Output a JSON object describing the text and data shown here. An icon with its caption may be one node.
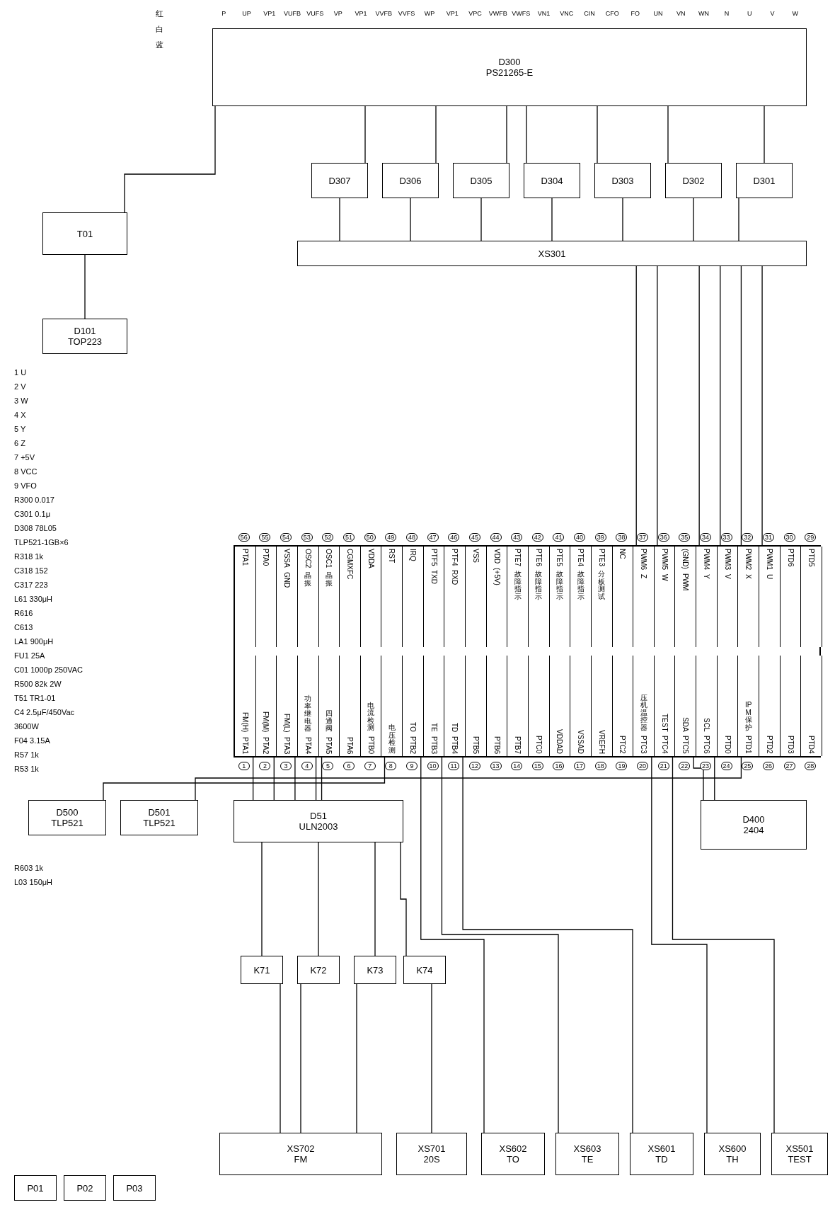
{
  "diagram": {
    "nodes": [
      {
        "text": [
          "D300",
          "PS21265-E"
        ]
      },
      {
        "text": [],
        "shape": "box"
      },
      {
        "text": [
          "PTA1"
        ],
        "beside": [
          "56"
        ],
        "in": 1
      },
      {
        "text": [
          "PTA0"
        ],
        "beside": [
          "55"
        ],
        "in": 1
      },
      {
        "text": [
          "VSSA",
          "GND"
        ],
        "beside": [
          "54"
        ],
        "in": 1
      },
      {
        "text": [
          "OSC2",
          "晶振"
        ],
        "beside": [
          "53"
        ],
        "in": 1
      },
      {
        "text": [
          "OSC1",
          "晶振"
        ],
        "beside": [
          "52"
        ],
        "in": 1
      },
      {
        "text": [
          "CGMXFC"
        ],
        "beside": [
          "51"
        ],
        "in": 1
      },
      {
        "text": [
          "VDDA"
        ],
        "beside": [
          "50"
        ],
        "in": 1
      },
      {
        "text": [
          "RST"
        ],
        "beside": [
          "49"
        ],
        "in": 1
      },
      {
        "text": [
          "IRQ"
        ],
        "beside": [
          "48"
        ],
        "in": 1
      },
      {
        "text": [
          "PTF5",
          "TXD"
        ],
        "beside": [
          "47"
        ],
        "in": 1
      },
      {
        "text": [
          "PTF4",
          "RXD"
        ],
        "beside": [
          "46"
        ],
        "in": 1
      },
      {
        "text": [
          "VSS"
        ],
        "beside": [
          "45"
        ],
        "in": 1
      },
      {
        "text": [
          "VDD",
          "(+5V)"
        ],
        "beside": [
          "44"
        ],
        "in": 1
      },
      {
        "text": [
          "PTE7",
          "故障指示"
        ],
        "beside": [
          "43"
        ],
        "in": 1
      },
      {
        "text": [
          "PTE6",
          "故障指示"
        ],
        "beside": [
          "42"
        ],
        "in": 1
      },
      {
        "text": [
          "PTE5",
          "故障指示"
        ],
        "beside": [
          "41"
        ],
        "in": 1
      },
      {
        "text": [
          "PTE4",
          "故障指示"
        ],
        "beside": [
          "40"
        ],
        "in": 1
      },
      {
        "text": [
          "PTE3",
          "分板测试"
        ],
        "beside": [
          "39"
        ],
        "in": 1
      },
      {
        "text": [
          "NC"
        ],
        "beside": [
          "38"
        ],
        "in": 1
      },
      {
        "text": [
          "PWM6",
          "Z"
        ],
        "beside": [
          "37"
        ],
        "in": 1
      },
      {
        "text": [
          "PWM5",
          "W"
        ],
        "beside": [
          "36"
        ],
        "in": 1
      },
      {
        "text": [
          "(GND)",
          "PWM"
        ],
        "beside": [
          "35"
        ],
        "in": 1
      },
      {
        "text": [
          "PWM4",
          "Y"
        ],
        "beside": [
          "34"
        ],
        "in": 1
      },
      {
        "text": [
          "PWM3",
          "V"
        ],
        "beside": [
          "33"
        ],
        "in": 1
      },
      {
        "text": [
          "PWM2",
          "X"
        ],
        "beside": [
          "32"
        ],
        "in": 1
      },
      {
        "text": [
          "PWM1",
          "U"
        ],
        "beside": [
          "31"
        ],
        "in": 1
      },
      {
        "text": [
          "PTD6"
        ],
        "beside": [
          "30"
        ],
        "in": 1
      },
      {
        "text": [
          "PTD5"
        ],
        "beside": [
          "29"
        ],
        "in": 1
      },
      {
        "text": [
          "PTA1",
          "FM(H)"
        ],
        "beside": [
          "1"
        ],
        "in": 1
      },
      {
        "text": [
          "PTA2",
          "FM(M)"
        ],
        "beside": [
          "2"
        ],
        "in": 1
      },
      {
        "text": [
          "PTA3",
          "FM(L)"
        ],
        "beside": [
          "3"
        ],
        "in": 1
      },
      {
        "text": [
          "PTA4",
          "功率继电器"
        ],
        "beside": [
          "4"
        ],
        "in": 1
      },
      {
        "text": [
          "PTA5",
          "四通阀"
        ],
        "beside": [
          "5"
        ],
        "in": 1
      },
      {
        "text": [
          "PTA6"
        ],
        "beside": [
          "6"
        ],
        "in": 1
      },
      {
        "text": [
          "PTB0",
          "电流检测"
        ],
        "beside": [
          "7"
        ],
        "in": 1
      },
      {
        "text": [
          "电压检测"
        ],
        "beside": [
          "8"
        ],
        "in": 1
      },
      {
        "text": [
          "PTB2",
          "TO"
        ],
        "beside": [
          "9"
        ],
        "in": 1
      },
      {
        "text": [
          "PTB3",
          "TE"
        ],
        "beside": [
          "10"
        ],
        "in": 1
      },
      {
        "text": [
          "PTB4",
          "TD"
        ],
        "beside": [
          "11"
        ],
        "in": 1
      },
      {
        "text": [
          "PTB5"
        ],
        "beside": [
          "12"
        ],
        "in": 1
      },
      {
        "text": [
          "PTB6"
        ],
        "beside": [
          "13"
        ],
        "in": 1
      },
      {
        "text": [
          "PTB7"
        ],
        "beside": [
          "14"
        ],
        "in": 1
      },
      {
        "text": [
          "PTC0"
        ],
        "beside": [
          "15"
        ],
        "in": 1
      },
      {
        "text": [
          "VDDAD"
        ],
        "beside": [
          "16"
        ],
        "in": 1
      },
      {
        "text": [
          "VSSAD"
        ],
        "beside": [
          "17"
        ],
        "in": 1
      },
      {
        "text": [
          "VREFH"
        ],
        "beside": [
          "18"
        ],
        "in": 1
      },
      {
        "text": [
          "PTC2"
        ],
        "beside": [
          "19"
        ],
        "in": 1
      },
      {
        "text": [
          "PTC3",
          "压机温控器"
        ],
        "beside": [
          "20"
        ],
        "in": 1
      },
      {
        "text": [
          "PTC4",
          "TEST"
        ],
        "beside": [
          "21"
        ],
        "in": 1
      },
      {
        "text": [
          "PTC5",
          "SDA"
        ],
        "beside": [
          "22"
        ],
        "in": 1
      },
      {
        "text": [
          "PTC6",
          "SCL"
        ],
        "beside": [
          "23"
        ],
        "in": 1
      },
      {
        "text": [
          "PTD0"
        ],
        "beside": [
          "24"
        ],
        "in": 1
      },
      {
        "text": [
          "PTD1",
          "IPM 保护"
        ],
        "beside": [
          "25"
        ],
        "in": 1
      },
      {
        "text": [
          "PTD2"
        ],
        "beside": [
          "26"
        ],
        "in": 1
      },
      {
        "text": [
          "PTD3"
        ],
        "beside": [
          "27"
        ],
        "in": 1
      },
      {
        "text": [
          "PTD4"
        ],
        "beside": [
          "28"
        ],
        "in": 1
      },
      {
        "text": [
          "D301"
        ]
      },
      {
        "text": [
          "D302"
        ]
      },
      {
        "text": [
          "D303"
        ]
      },
      {
        "text": [
          "D304"
        ]
      },
      {
        "text": [
          "D305"
        ]
      },
      {
        "text": [
          "D306"
        ]
      },
      {
        "text": [
          "D307"
        ]
      },
      {
        "text": [
          "XS301"
        ]
      },
      {
        "text": [
          "D500",
          "TLP521"
        ]
      },
      {
        "text": [
          "D501",
          "TLP521"
        ]
      },
      {
        "text": [
          "D51",
          "ULN2003"
        ]
      },
      {
        "text": [
          "D400",
          "2404"
        ]
      },
      {
        "text": [
          "T01"
        ]
      },
      {
        "text": [
          "D101",
          "TOP223"
        ]
      },
      {
        "text": [
          "K71"
        ]
      },
      {
        "text": [
          "K72"
        ]
      },
      {
        "text": [
          "K73"
        ]
      },
      {
        "text": [
          "K74"
        ]
      },
      {
        "text": [
          "XS702",
          "FM"
        ]
      },
      {
        "text": [
          "XS701",
          "20S"
        ]
      },
      {
        "text": [
          "XS602",
          "TO"
        ]
      },
      {
        "text": [
          "XS603",
          "TE"
        ]
      },
      {
        "text": [
          "XS601",
          "TD"
        ]
      },
      {
        "text": [
          "XS600",
          "TH"
        ]
      },
      {
        "text": [
          "XS501",
          "TEST"
        ]
      },
      {
        "text": [
          "P01"
        ]
      },
      {
        "text": [
          "P02"
        ]
      },
      {
        "text": [
          "P03"
        ]
      }
    ],
    "edges": [
      {
        "from": 27,
        "to": 65,
        "arrow": "none"
      },
      {
        "from": 25,
        "to": 65,
        "arrow": "none"
      },
      {
        "from": 22,
        "to": 65,
        "arrow": "none"
      },
      {
        "from": 26,
        "to": 65,
        "arrow": "none"
      },
      {
        "from": 24,
        "to": 65,
        "arrow": "none"
      },
      {
        "from": 21,
        "to": 65,
        "arrow": "none"
      },
      {
        "from": 65,
        "to": 59,
        "arrow": "none"
      },
      {
        "from": 65,
        "to": 60,
        "arrow": "none"
      },
      {
        "from": 65,
        "to": 61,
        "arrow": "none"
      },
      {
        "from": 65,
        "to": 62,
        "arrow": "none"
      },
      {
        "from": 65,
        "to": 63,
        "arrow": "none"
      },
      {
        "from": 65,
        "to": 64,
        "arrow": "none"
      },
      {
        "from": 59,
        "to": 0,
        "arrow": "none"
      },
      {
        "from": 60,
        "to": 0,
        "arrow": "none"
      },
      {
        "from": 61,
        "to": 0,
        "arrow": "none"
      },
      {
        "from": 62,
        "to": 0,
        "arrow": "none"
      },
      {
        "from": 63,
        "to": 0,
        "arrow": "none"
      },
      {
        "from": 64,
        "to": 0,
        "arrow": "none"
      },
      {
        "from": 58,
        "to": 65,
        "arrow": "none"
      },
      {
        "from": 0,
        "to": 58,
        "arrow": "none"
      },
      {
        "from": 30,
        "to": 68,
        "arrow": "none"
      },
      {
        "from": 31,
        "to": 68,
        "arrow": "none"
      },
      {
        "from": 32,
        "to": 68,
        "arrow": "none"
      },
      {
        "from": 33,
        "to": 68,
        "arrow": "none"
      },
      {
        "from": 34,
        "to": 68,
        "arrow": "none"
      },
      {
        "from": 68,
        "to": 72,
        "arrow": "none"
      },
      {
        "from": 68,
        "to": 73,
        "arrow": "none"
      },
      {
        "from": 68,
        "to": 74,
        "arrow": "none"
      },
      {
        "from": 68,
        "to": 75,
        "arrow": "none"
      },
      {
        "from": 72,
        "to": 76,
        "arrow": "none"
      },
      {
        "from": 73,
        "to": 76,
        "arrow": "none"
      },
      {
        "from": 74,
        "to": 76,
        "arrow": "none"
      },
      {
        "from": 75,
        "to": 77,
        "arrow": "none"
      },
      {
        "from": 38,
        "to": 78,
        "arrow": "none"
      },
      {
        "from": 39,
        "to": 79,
        "arrow": "none"
      },
      {
        "from": 40,
        "to": 80,
        "arrow": "none"
      },
      {
        "from": 49,
        "to": 81,
        "arrow": "none"
      },
      {
        "from": 50,
        "to": 82,
        "arrow": "none"
      },
      {
        "from": 51,
        "to": 69,
        "arrow": "none"
      },
      {
        "from": 52,
        "to": 69,
        "arrow": "none"
      },
      {
        "from": 67,
        "to": 54,
        "arrow": "none"
      },
      {
        "from": 66,
        "to": 37,
        "arrow": "none"
      },
      {
        "from": 71,
        "to": 70,
        "arrow": "none"
      },
      {
        "from": 70,
        "to": 0,
        "arrow": "none"
      }
    ],
    "labels": [
      "P",
      "UP",
      "VP1",
      "VUFB",
      "VUFS",
      "VP",
      "VP1",
      "VVFB",
      "VVFS",
      "WP",
      "VP1",
      "VPC",
      "VWFB",
      "VWFS",
      "VN1",
      "VNC",
      "CIN",
      "CFO",
      "FO",
      "UN",
      "VN",
      "WN",
      "N",
      "U",
      "V",
      "W",
      "红",
      "白",
      "蓝",
      "1 U",
      "2 V",
      "3 W",
      "4 X",
      "5 Y",
      "6 Z",
      "7 +5V",
      "8 VCC",
      "9 VFO",
      "R300 0.017",
      "C301 0.1μ",
      "D308 78L05",
      "TLP521-1GB×6",
      "R318 1k",
      "C318 152",
      "C317 223",
      "L61 330μH",
      "R616",
      "C613",
      "LA1 900μH",
      "FU1 25A",
      "C01 1000p 250VAC",
      "R500 82k 2W",
      "T51 TR1-01",
      "C4 2.5μF/450Vac",
      "3600W",
      "F04 3.15A",
      "R57 1k",
      "R53 1k",
      "R603 1k",
      "L03 150μH"
    ]
  }
}
